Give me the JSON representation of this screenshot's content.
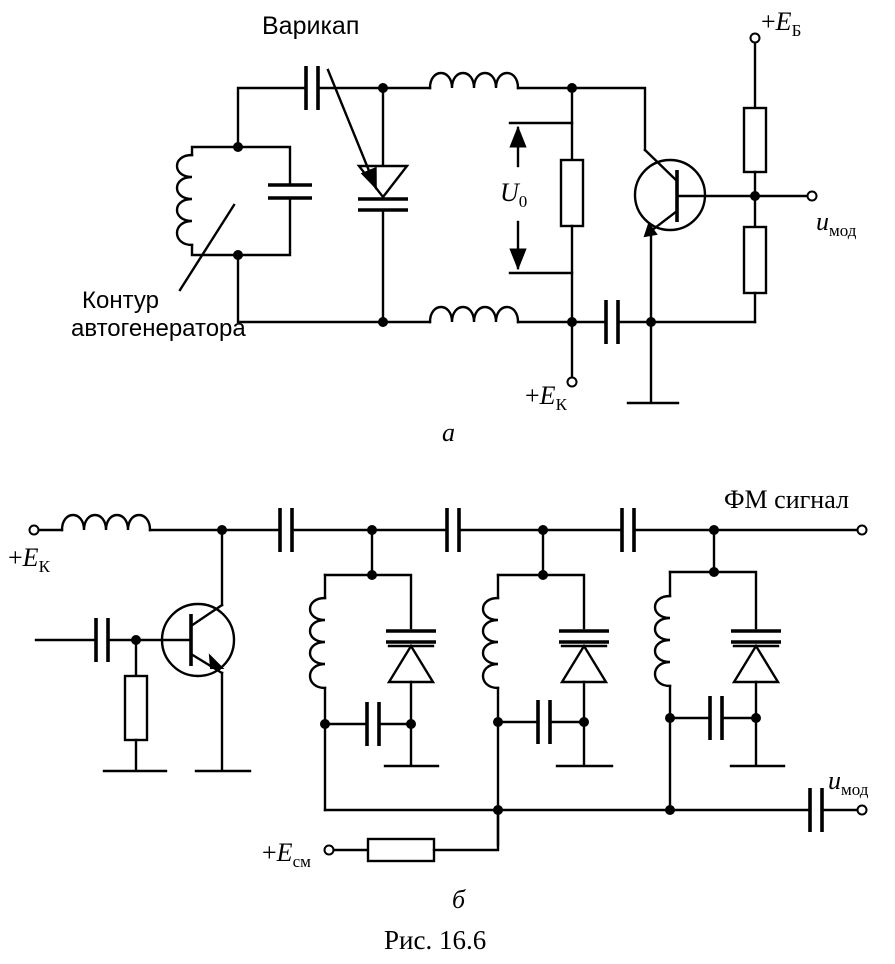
{
  "diagram_a": {
    "varicap_label": "Варикап",
    "tank_label_line1": "Контур",
    "tank_label_line2": "автогенератора",
    "voltage_label": "U",
    "voltage_sub": "0",
    "eb_plus": "+",
    "eb_label": "E",
    "eb_sub": "Б",
    "ek_plus": "+",
    "ek_label": "E",
    "ek_sub": "К",
    "umod_label": "u",
    "umod_sub": "мод",
    "caption": "а"
  },
  "diagram_b": {
    "fm_label": "ФМ сигнал",
    "ek_plus": "+",
    "ek_label": "E",
    "ek_sub": "К",
    "esm_plus": "+",
    "esm_label": "E",
    "esm_sub": "см",
    "umod_label": "u",
    "umod_sub": "мод",
    "caption": "б"
  },
  "figure_caption": "Рис. 16.6",
  "icons": [
    "capacitor-icon",
    "inductor-icon",
    "resistor-icon",
    "varicap-diode-icon",
    "npn-transistor-icon",
    "terminal-icon",
    "ground-icon"
  ]
}
